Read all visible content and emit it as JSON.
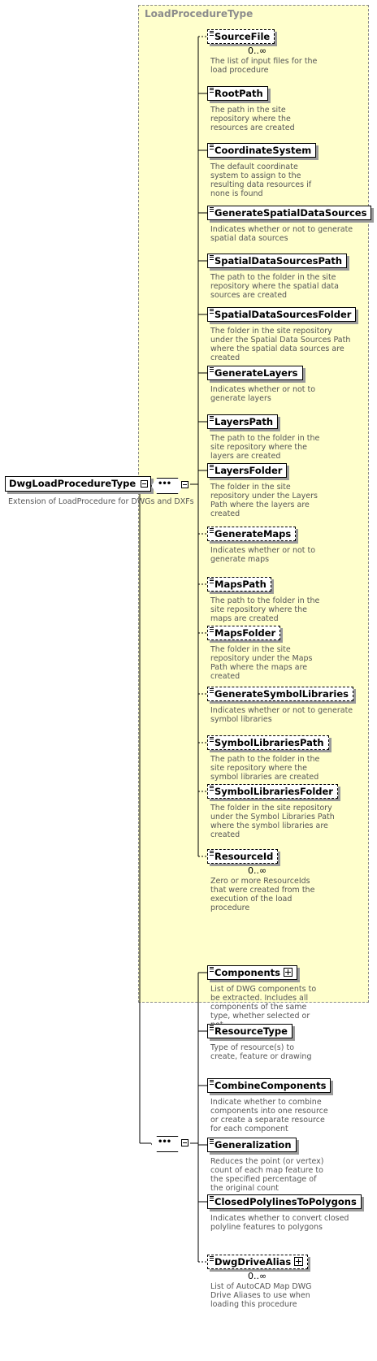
{
  "group": {
    "title": "LoadProcedureType"
  },
  "root": {
    "label": "DwgLoadProcedureType",
    "desc": "Extension of LoadProcedure for DWGs and DXFs"
  },
  "elements": [
    {
      "label": "SourceFile",
      "optional": true,
      "card": "0..∞",
      "desc": "The list of input files for the\nload procedure"
    },
    {
      "label": "RootPath",
      "optional": false,
      "desc": "The path in the site\nrepository where the\nresources are created"
    },
    {
      "label": "CoordinateSystem",
      "optional": false,
      "desc": "The default coordinate\nsystem to assign to the\nresulting data resources if\nnone is found"
    },
    {
      "label": "GenerateSpatialDataSources",
      "optional": false,
      "desc": "Indicates whether or not to generate\nspatial data sources"
    },
    {
      "label": "SpatialDataSourcesPath",
      "optional": false,
      "desc": "The path to the folder in the site\nrepository where the spatial data\nsources are created"
    },
    {
      "label": "SpatialDataSourcesFolder",
      "optional": false,
      "desc": "The folder in the site repository\nunder the Spatial Data Sources Path\nwhere the spatial data sources are\ncreated"
    },
    {
      "label": "GenerateLayers",
      "optional": false,
      "desc": "Indicates whether or not to\ngenerate layers"
    },
    {
      "label": "LayersPath",
      "optional": false,
      "desc": "The path to the folder in the\nsite repository where the\nlayers are created"
    },
    {
      "label": "LayersFolder",
      "optional": false,
      "desc": "The folder in the site\nrepository under the Layers\nPath where the layers are\ncreated"
    },
    {
      "label": "GenerateMaps",
      "optional": true,
      "desc": "Indicates whether or not to\ngenerate maps"
    },
    {
      "label": "MapsPath",
      "optional": true,
      "desc": "The path to the folder in the\nsite repository where the\nmaps are created"
    },
    {
      "label": "MapsFolder",
      "optional": true,
      "desc": "The folder in the site\nrepository under the Maps\nPath where the maps are\ncreated"
    },
    {
      "label": "GenerateSymbolLibraries",
      "optional": true,
      "desc": "Indicates whether or not to generate\nsymbol libraries"
    },
    {
      "label": "SymbolLibrariesPath",
      "optional": true,
      "desc": "The path to the folder in the\nsite repository where the\nsymbol libraries are created"
    },
    {
      "label": "SymbolLibrariesFolder",
      "optional": true,
      "desc": "The folder in the site repository\nunder the Symbol Libraries Path\nwhere the symbol libraries are\ncreated"
    },
    {
      "label": "ResourceId",
      "optional": true,
      "card": "0..∞",
      "desc": "Zero or more ResourceIds\nthat were created from the\nexecution of the load\nprocedure"
    }
  ],
  "extension": [
    {
      "label": "Components",
      "optional": false,
      "expand": true,
      "desc": "List of DWG components to\nbe extracted.  Includes all\ncomponents of the same\ntype, whether  selected or\nnot."
    },
    {
      "label": "ResourceType",
      "optional": false,
      "desc": "Type of resource(s) to\ncreate, feature or drawing"
    },
    {
      "label": "CombineComponents",
      "optional": false,
      "desc": "Indicate whether to combine\ncomponents into one resource\nor create a separate resource\nfor each component"
    },
    {
      "label": "Generalization",
      "optional": false,
      "desc": "Reduces the point (or vertex)\ncount of each map feature to\nthe specified percentage of\nthe original count"
    },
    {
      "label": "ClosedPolylinesToPolygons",
      "optional": false,
      "desc": "Indicates whether to convert closed\npolyline features to polygons"
    },
    {
      "label": "DwgDriveAlias",
      "optional": true,
      "expand": true,
      "card": "0..∞",
      "desc": "List of AutoCAD Map DWG\nDrive Aliases to use when\nloading this procedure"
    }
  ],
  "compositor": {
    "symbol": "•••"
  }
}
